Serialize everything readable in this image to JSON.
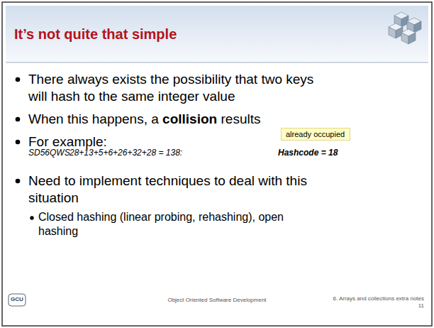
{
  "diagram": {
    "title": "It’s not quite that simple",
    "nodes": [
      {
        "text": [
          "already occupied"
        ]
      }
    ],
    "labels": [
      "There always exists the possibility that two keys will hash to the same integer value",
      "When this happens, a",
      "collision",
      "results",
      "For example:",
      "SD56QWS",
      "28+13+5+6+26+32+28 = 138:",
      "Hashcode = 18",
      "Need to implement techniques to deal with this situation",
      "Closed hashing (linear probing, rehashing), open hashing",
      "Object Oriented Software Development",
      "6. Arrays and collections extra notes",
      "11",
      "GCU"
    ]
  }
}
